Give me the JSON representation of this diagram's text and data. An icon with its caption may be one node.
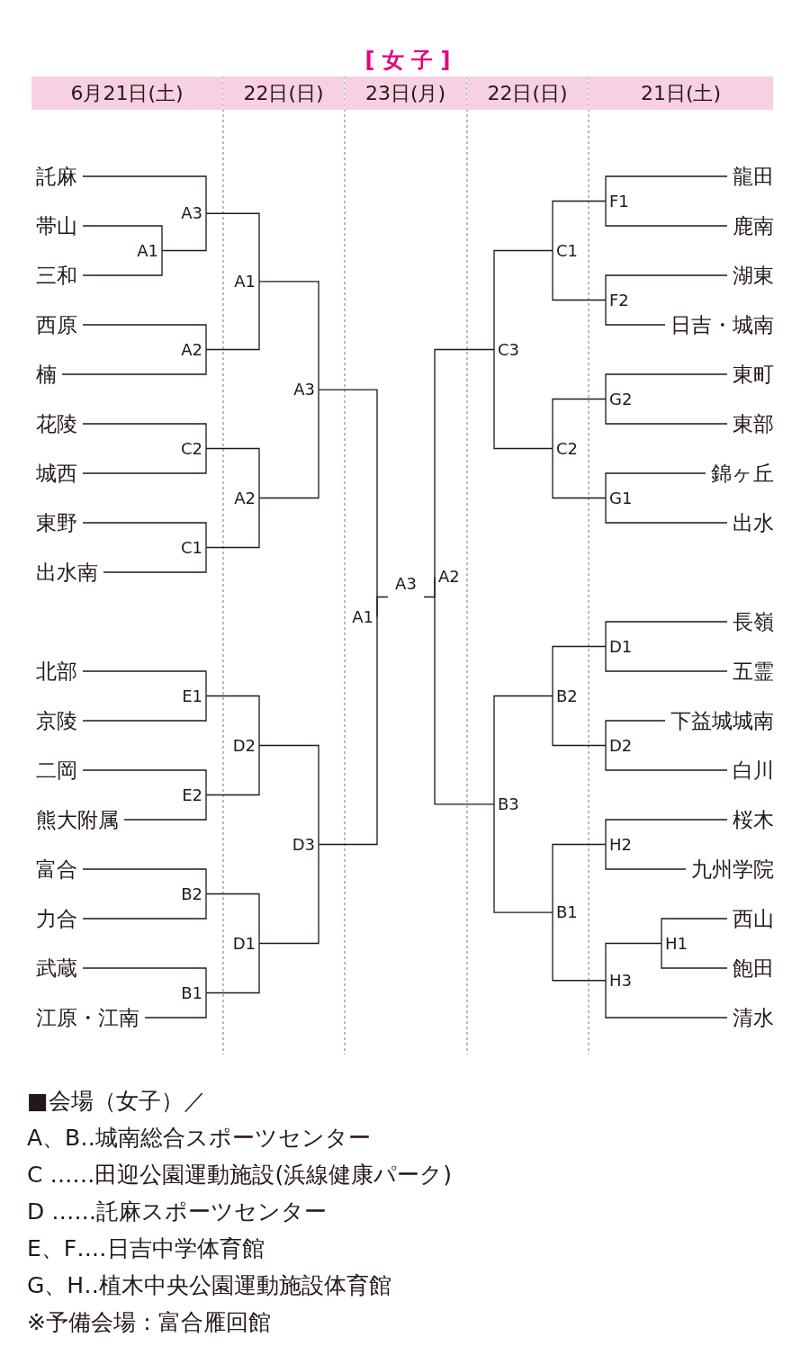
{
  "diagram": {
    "title": "[ 女 子 ]",
    "nodes": [
      {
        "text": [
          "託麻"
        ]
      },
      {
        "text": [
          "帯山"
        ]
      },
      {
        "text": [
          "三和"
        ]
      },
      {
        "text": [
          "西原"
        ]
      },
      {
        "text": [
          "楠"
        ]
      },
      {
        "text": [
          "花陵"
        ]
      },
      {
        "text": [
          "城西"
        ]
      },
      {
        "text": [
          "東野"
        ]
      },
      {
        "text": [
          "出水南"
        ]
      },
      {
        "text": [
          "北部"
        ]
      },
      {
        "text": [
          "京陵"
        ]
      },
      {
        "text": [
          "二岡"
        ]
      },
      {
        "text": [
          "熊大附属"
        ]
      },
      {
        "text": [
          "富合"
        ]
      },
      {
        "text": [
          "力合"
        ]
      },
      {
        "text": [
          "武蔵"
        ]
      },
      {
        "text": [
          "江原・江南"
        ]
      },
      {
        "text": [
          "A3"
        ]
      },
      {
        "text": [
          "A1"
        ]
      },
      {
        "text": [
          "A2"
        ]
      },
      {
        "text": [
          "C2"
        ]
      },
      {
        "text": [
          "C1"
        ]
      },
      {
        "text": [
          "E1"
        ]
      },
      {
        "text": [
          "E2"
        ]
      },
      {
        "text": [
          "B2"
        ]
      },
      {
        "text": [
          "B1"
        ]
      },
      {
        "text": [
          "A1"
        ]
      },
      {
        "text": [
          "A2"
        ]
      },
      {
        "text": [
          "D2"
        ]
      },
      {
        "text": [
          "D1"
        ]
      },
      {
        "text": [
          "A3"
        ]
      },
      {
        "text": [
          "D3"
        ]
      },
      {
        "text": [
          "A1"
        ]
      },
      {
        "text": [
          "A3"
        ]
      },
      {
        "text": [
          "A2"
        ]
      },
      {
        "text": [
          "C3"
        ]
      },
      {
        "text": [
          "B3"
        ]
      },
      {
        "text": [
          "C1"
        ]
      },
      {
        "text": [
          "C2"
        ]
      },
      {
        "text": [
          "B2"
        ]
      },
      {
        "text": [
          "B1"
        ]
      },
      {
        "text": [
          "F1"
        ]
      },
      {
        "text": [
          "F2"
        ]
      },
      {
        "text": [
          "G2"
        ]
      },
      {
        "text": [
          "G1"
        ]
      },
      {
        "text": [
          "D1"
        ]
      },
      {
        "text": [
          "D2"
        ]
      },
      {
        "text": [
          "H2"
        ]
      },
      {
        "text": [
          "H1"
        ]
      },
      {
        "text": [
          "H3"
        ]
      },
      {
        "text": [
          "龍田"
        ]
      },
      {
        "text": [
          "鹿南"
        ]
      },
      {
        "text": [
          "湖東"
        ]
      },
      {
        "text": [
          "日吉・城南"
        ]
      },
      {
        "text": [
          "東町"
        ]
      },
      {
        "text": [
          "東部"
        ]
      },
      {
        "text": [
          "錦ヶ丘"
        ]
      },
      {
        "text": [
          "出水"
        ]
      },
      {
        "text": [
          "長嶺"
        ]
      },
      {
        "text": [
          "五霊"
        ]
      },
      {
        "text": [
          "下益城城南"
        ]
      },
      {
        "text": [
          "白川"
        ]
      },
      {
        "text": [
          "桜木"
        ]
      },
      {
        "text": [
          "九州学院"
        ]
      },
      {
        "text": [
          "西山"
        ]
      },
      {
        "text": [
          "飽田"
        ]
      },
      {
        "text": [
          "清水"
        ]
      }
    ],
    "edges": [
      {
        "from": 1,
        "to": 18,
        "arrow": "none"
      },
      {
        "from": 2,
        "to": 18,
        "arrow": "none"
      },
      {
        "from": 0,
        "to": 17,
        "arrow": "none"
      },
      {
        "from": 18,
        "to": 17,
        "arrow": "none"
      },
      {
        "from": 3,
        "to": 19,
        "arrow": "none"
      },
      {
        "from": 4,
        "to": 19,
        "arrow": "none"
      },
      {
        "from": 5,
        "to": 20,
        "arrow": "none"
      },
      {
        "from": 6,
        "to": 20,
        "arrow": "none"
      },
      {
        "from": 7,
        "to": 21,
        "arrow": "none"
      },
      {
        "from": 8,
        "to": 21,
        "arrow": "none"
      },
      {
        "from": 9,
        "to": 22,
        "arrow": "none"
      },
      {
        "from": 10,
        "to": 22,
        "arrow": "none"
      },
      {
        "from": 11,
        "to": 23,
        "arrow": "none"
      },
      {
        "from": 12,
        "to": 23,
        "arrow": "none"
      },
      {
        "from": 13,
        "to": 24,
        "arrow": "none"
      },
      {
        "from": 14,
        "to": 24,
        "arrow": "none"
      },
      {
        "from": 15,
        "to": 25,
        "arrow": "none"
      },
      {
        "from": 16,
        "to": 25,
        "arrow": "none"
      },
      {
        "from": 17,
        "to": 26,
        "arrow": "none"
      },
      {
        "from": 19,
        "to": 26,
        "arrow": "none"
      },
      {
        "from": 20,
        "to": 27,
        "arrow": "none"
      },
      {
        "from": 21,
        "to": 27,
        "arrow": "none"
      },
      {
        "from": 22,
        "to": 28,
        "arrow": "none"
      },
      {
        "from": 23,
        "to": 28,
        "arrow": "none"
      },
      {
        "from": 24,
        "to": 29,
        "arrow": "none"
      },
      {
        "from": 25,
        "to": 29,
        "arrow": "none"
      },
      {
        "from": 26,
        "to": 30,
        "arrow": "none"
      },
      {
        "from": 27,
        "to": 30,
        "arrow": "none"
      },
      {
        "from": 28,
        "to": 31,
        "arrow": "none"
      },
      {
        "from": 29,
        "to": 31,
        "arrow": "none"
      },
      {
        "from": 30,
        "to": 32,
        "arrow": "none"
      },
      {
        "from": 31,
        "to": 32,
        "arrow": "none"
      },
      {
        "from": 32,
        "to": 33,
        "arrow": "none"
      },
      {
        "from": 33,
        "to": 34,
        "arrow": "none"
      },
      {
        "from": 34,
        "to": 35,
        "arrow": "none"
      },
      {
        "from": 34,
        "to": 36,
        "arrow": "none"
      },
      {
        "from": 35,
        "to": 37,
        "arrow": "none"
      },
      {
        "from": 35,
        "to": 38,
        "arrow": "none"
      },
      {
        "from": 36,
        "to": 39,
        "arrow": "none"
      },
      {
        "from": 36,
        "to": 40,
        "arrow": "none"
      },
      {
        "from": 37,
        "to": 41,
        "arrow": "none"
      },
      {
        "from": 37,
        "to": 42,
        "arrow": "none"
      },
      {
        "from": 38,
        "to": 43,
        "arrow": "none"
      },
      {
        "from": 38,
        "to": 44,
        "arrow": "none"
      },
      {
        "from": 39,
        "to": 45,
        "arrow": "none"
      },
      {
        "from": 39,
        "to": 46,
        "arrow": "none"
      },
      {
        "from": 40,
        "to": 47,
        "arrow": "none"
      },
      {
        "from": 40,
        "to": 49,
        "arrow": "none"
      },
      {
        "from": 49,
        "to": 48,
        "arrow": "none"
      },
      {
        "from": 49,
        "to": 66,
        "arrow": "none"
      },
      {
        "from": 41,
        "to": 50,
        "arrow": "none"
      },
      {
        "from": 41,
        "to": 51,
        "arrow": "none"
      },
      {
        "from": 42,
        "to": 52,
        "arrow": "none"
      },
      {
        "from": 42,
        "to": 53,
        "arrow": "none"
      },
      {
        "from": 43,
        "to": 54,
        "arrow": "none"
      },
      {
        "from": 43,
        "to": 55,
        "arrow": "none"
      },
      {
        "from": 44,
        "to": 56,
        "arrow": "none"
      },
      {
        "from": 44,
        "to": 57,
        "arrow": "none"
      },
      {
        "from": 45,
        "to": 58,
        "arrow": "none"
      },
      {
        "from": 45,
        "to": 59,
        "arrow": "none"
      },
      {
        "from": 46,
        "to": 60,
        "arrow": "none"
      },
      {
        "from": 46,
        "to": 61,
        "arrow": "none"
      },
      {
        "from": 47,
        "to": 62,
        "arrow": "none"
      },
      {
        "from": 47,
        "to": 63,
        "arrow": "none"
      },
      {
        "from": 48,
        "to": 64,
        "arrow": "none"
      },
      {
        "from": 48,
        "to": 65,
        "arrow": "none"
      }
    ],
    "labels": [
      "6月21日(土)",
      "22日(日)",
      "23日(月)",
      "22日(日)",
      "21日(土)",
      "■会場（女子）／",
      "A、B‥城南総合スポーツセンター",
      "C ‥‥‥田迎公園運動施設(浜線健康パーク)",
      "D ‥‥‥託麻スポーツセンター",
      "E、F‥‥日吉中学体育館",
      "G、H‥植木中央公園運動施設体育館",
      "※予備会場：富合雁回館"
    ]
  }
}
